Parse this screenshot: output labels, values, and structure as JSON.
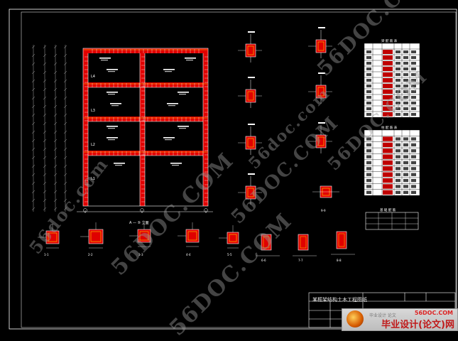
{
  "watermark": {
    "text": "56DOC.COM",
    "label": "56doc.com"
  },
  "title_block": {
    "drawing_name": "某框架结构土木工程图纸"
  },
  "logo": {
    "site": "56DOC.COM",
    "main_text": "毕业设计(论文)网",
    "small_text": "毕业设计 论文"
  },
  "elevation": {
    "caption": "A — ⑤ 立面",
    "floor_labels": [
      "L1",
      "L2",
      "L3",
      "L4"
    ]
  },
  "tables": {
    "table1_title": "梁 配 筋 表",
    "table2_title": "柱 配 筋 表",
    "table3_title": "基 础 配 筋"
  },
  "section_labels": [
    "1-1",
    "2-2",
    "3-3",
    "4-4",
    "5-5",
    "6-6",
    "7-7",
    "8-8",
    "9-9"
  ],
  "colors": {
    "background": "#000000",
    "frame": "#e00000",
    "line": "#ffffff",
    "dim": "#9a9a9a",
    "accent": "#ffd400"
  }
}
